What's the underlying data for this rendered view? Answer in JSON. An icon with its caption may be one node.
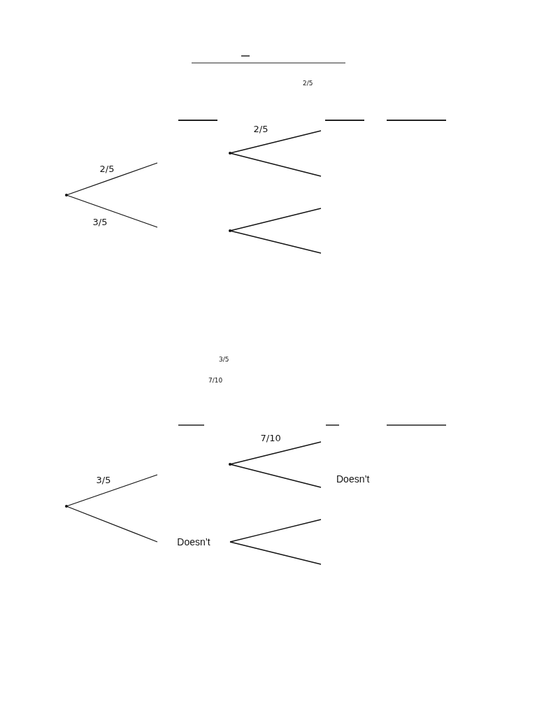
{
  "diagram": {
    "nodes": [
      {
        "text": [],
        "shape": "point"
      },
      {
        "text": [],
        "shape": "point"
      },
      {
        "text": [],
        "shape": "point"
      },
      {
        "text": [],
        "shape": "point"
      },
      {
        "text": [
          "Doesn’t"
        ]
      },
      {
        "text": [],
        "shape": "point"
      },
      {
        "text": [
          "Doesn’t"
        ]
      }
    ],
    "edges": [
      {
        "from": 1,
        "to": null,
        "arrow": "none",
        "label": "2/5"
      },
      {
        "from": 1,
        "to": null,
        "arrow": "none",
        "label": "3/5"
      },
      {
        "from": 0,
        "to": null,
        "arrow": "none",
        "label": "2/5"
      },
      {
        "from": 0,
        "to": null,
        "arrow": "none"
      },
      {
        "from": 2,
        "to": null,
        "arrow": "none"
      },
      {
        "from": 2,
        "to": null,
        "arrow": "none"
      },
      {
        "from": 5,
        "to": null,
        "arrow": "none",
        "label": "3/5"
      },
      {
        "from": 5,
        "to": 6,
        "arrow": "none"
      },
      {
        "from": 3,
        "to": null,
        "arrow": "none",
        "label": "7/10"
      },
      {
        "from": 3,
        "to": 4,
        "arrow": "none"
      },
      {
        "from": 6,
        "to": null,
        "arrow": "none"
      },
      {
        "from": 6,
        "to": null,
        "arrow": "none"
      }
    ],
    "labels": [
      "2/5",
      "3/5",
      "7/10"
    ]
  }
}
